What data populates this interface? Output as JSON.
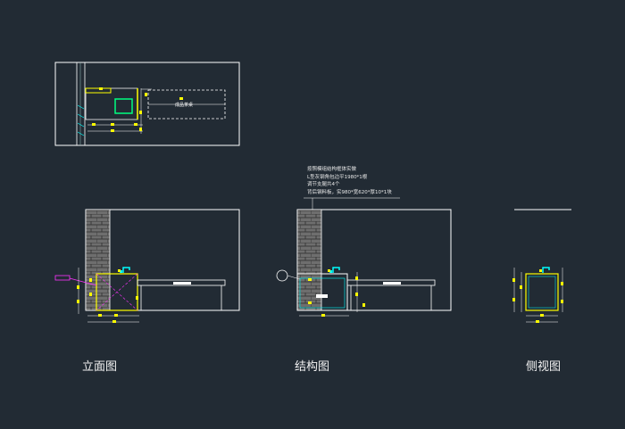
{
  "views": {
    "elevation": {
      "label": "立面图"
    },
    "structure": {
      "label": "结构图"
    },
    "side": {
      "label": "侧视图"
    }
  },
  "plan": {
    "area_label": "成品茶桌"
  },
  "notes": [
    "按照模组结构框体实做",
    "L型灰钢角包边平1980*1根",
    "调节支腿共4个",
    "背后钢料板，实980*宽620*厚10*1块"
  ],
  "colors": {
    "background": "#222b34",
    "lines": "#ffffff",
    "dimension": "#ffff00",
    "fixture": "#00ff7f",
    "accent": "#00ffff",
    "tag": "#ff33ff",
    "brick": "#6e6e6e"
  }
}
